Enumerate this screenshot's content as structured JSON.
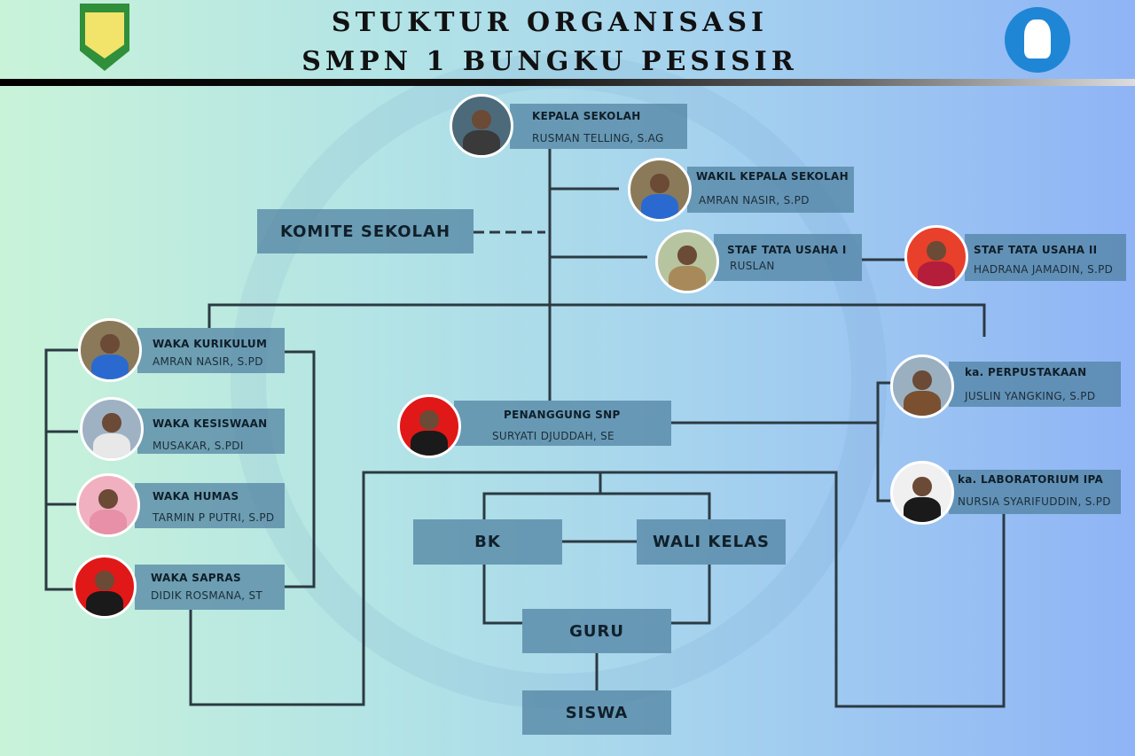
{
  "header": {
    "title_line1": "STUKTUR ORGANISASI",
    "title_line2": "SMPN 1 BUNGKU PESISIR"
  },
  "people": [
    {
      "id": "kepala-sekolah",
      "role": "KEPALA SEKOLAH",
      "name": "RUSMAN TELLING, S.AG",
      "photo_bg": "#4d6a7a",
      "cloth": "#3a3a3a"
    },
    {
      "id": "wakil-kepala-sekolah",
      "role": "WAKIL KEPALA SEKOLAH",
      "name": "AMRAN NASIR, S.PD",
      "photo_bg": "#8a7a5a",
      "cloth": "#2a6ad0"
    },
    {
      "id": "staf-tata-usaha-1",
      "role": "STAF TATA USAHA I",
      "name": "RUSLAN",
      "photo_bg": "#b7c4a0",
      "cloth": "#a88a5a"
    },
    {
      "id": "staf-tata-usaha-2",
      "role": "STAF TATA USAHA II",
      "name": "HADRANA JAMADIN, S.PD",
      "photo_bg": "#e8402a",
      "cloth": "#b51e3a"
    },
    {
      "id": "waka-kurikulum",
      "role": "WAKA KURIKULUM",
      "name": "AMRAN NASIR, S.PD",
      "photo_bg": "#8a7a5a",
      "cloth": "#2a6ad0"
    },
    {
      "id": "waka-kesiswaan",
      "role": "WAKA KESISWAAN",
      "name": "MUSAKAR, S.PDI",
      "photo_bg": "#9fb2c4",
      "cloth": "#e8e8e8"
    },
    {
      "id": "waka-humas",
      "role": "WAKA HUMAS",
      "name": "TARMIN P PUTRI, S.PD",
      "photo_bg": "#f0b0c0",
      "cloth": "#e890a8"
    },
    {
      "id": "waka-sapras",
      "role": "WAKA SAPRAS",
      "name": "DIDIK ROSMANA, ST",
      "photo_bg": "#e01818",
      "cloth": "#1a1a1a"
    },
    {
      "id": "penanggung-snp",
      "role": "PENANGGUNG SNP",
      "name": "SURYATI DJUDDAH, SE",
      "photo_bg": "#e01818",
      "cloth": "#1a1a1a"
    },
    {
      "id": "ka-perpustakaan",
      "role": "ka. PERPUSTAKAAN",
      "name": "JUSLIN YANGKING, S.PD",
      "photo_bg": "#9ab0c0",
      "cloth": "#7a5030"
    },
    {
      "id": "ka-laboratorium-ipa",
      "role": "ka. LABORATORIUM IPA",
      "name": "NURSIA SYARIFUDDIN, S.PD",
      "photo_bg": "#f0f0f0",
      "cloth": "#1a1a1a"
    }
  ],
  "units": [
    {
      "id": "komite-sekolah",
      "label": "KOMITE SEKOLAH"
    },
    {
      "id": "bk",
      "label": "BK"
    },
    {
      "id": "wali-kelas",
      "label": "WALI KELAS"
    },
    {
      "id": "guru",
      "label": "GURU"
    },
    {
      "id": "siswa",
      "label": "SISWA"
    }
  ],
  "colors": {
    "box": "#4e80a0",
    "line": "#2b3a42"
  }
}
